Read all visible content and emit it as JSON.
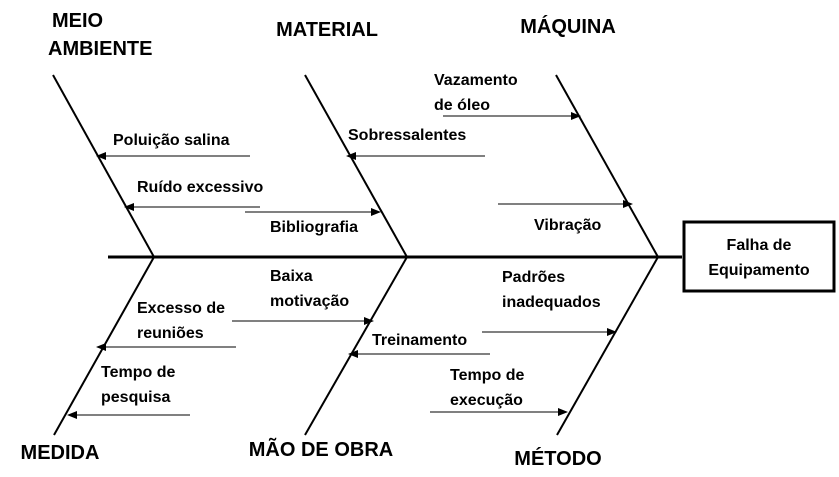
{
  "diagram": {
    "effect": {
      "line1": "Falha de",
      "line2": "Equipamento"
    },
    "categories": {
      "meio_ambiente": {
        "line1": "MEIO",
        "line2": "AMBIENTE"
      },
      "material": "MATERIAL",
      "maquina": "MÁQUINA",
      "medida": "MEDIDA",
      "mao_de_obra": "MÃO DE OBRA",
      "metodo": "MÉTODO"
    },
    "causes": {
      "poluicao_salina": "Poluição salina",
      "ruido_excessivo": "Ruído excessivo",
      "sobressalentes": "Sobressalentes",
      "bibliografia": "Bibliografia",
      "vazamento_oleo": {
        "line1": "Vazamento",
        "line2": "de óleo"
      },
      "vibracao": "Vibração",
      "excesso_reunioes": {
        "line1": "Excesso de",
        "line2": "reuniões"
      },
      "tempo_pesquisa": {
        "line1": "Tempo de",
        "line2": "pesquisa"
      },
      "baixa_motivacao": {
        "line1": "Baixa",
        "line2": "motivação"
      },
      "treinamento": "Treinamento",
      "padroes_inadequados": {
        "line1": "Padrões",
        "line2": "inadequados"
      },
      "tempo_execucao": {
        "line1": "Tempo de",
        "line2": "execução"
      }
    }
  }
}
